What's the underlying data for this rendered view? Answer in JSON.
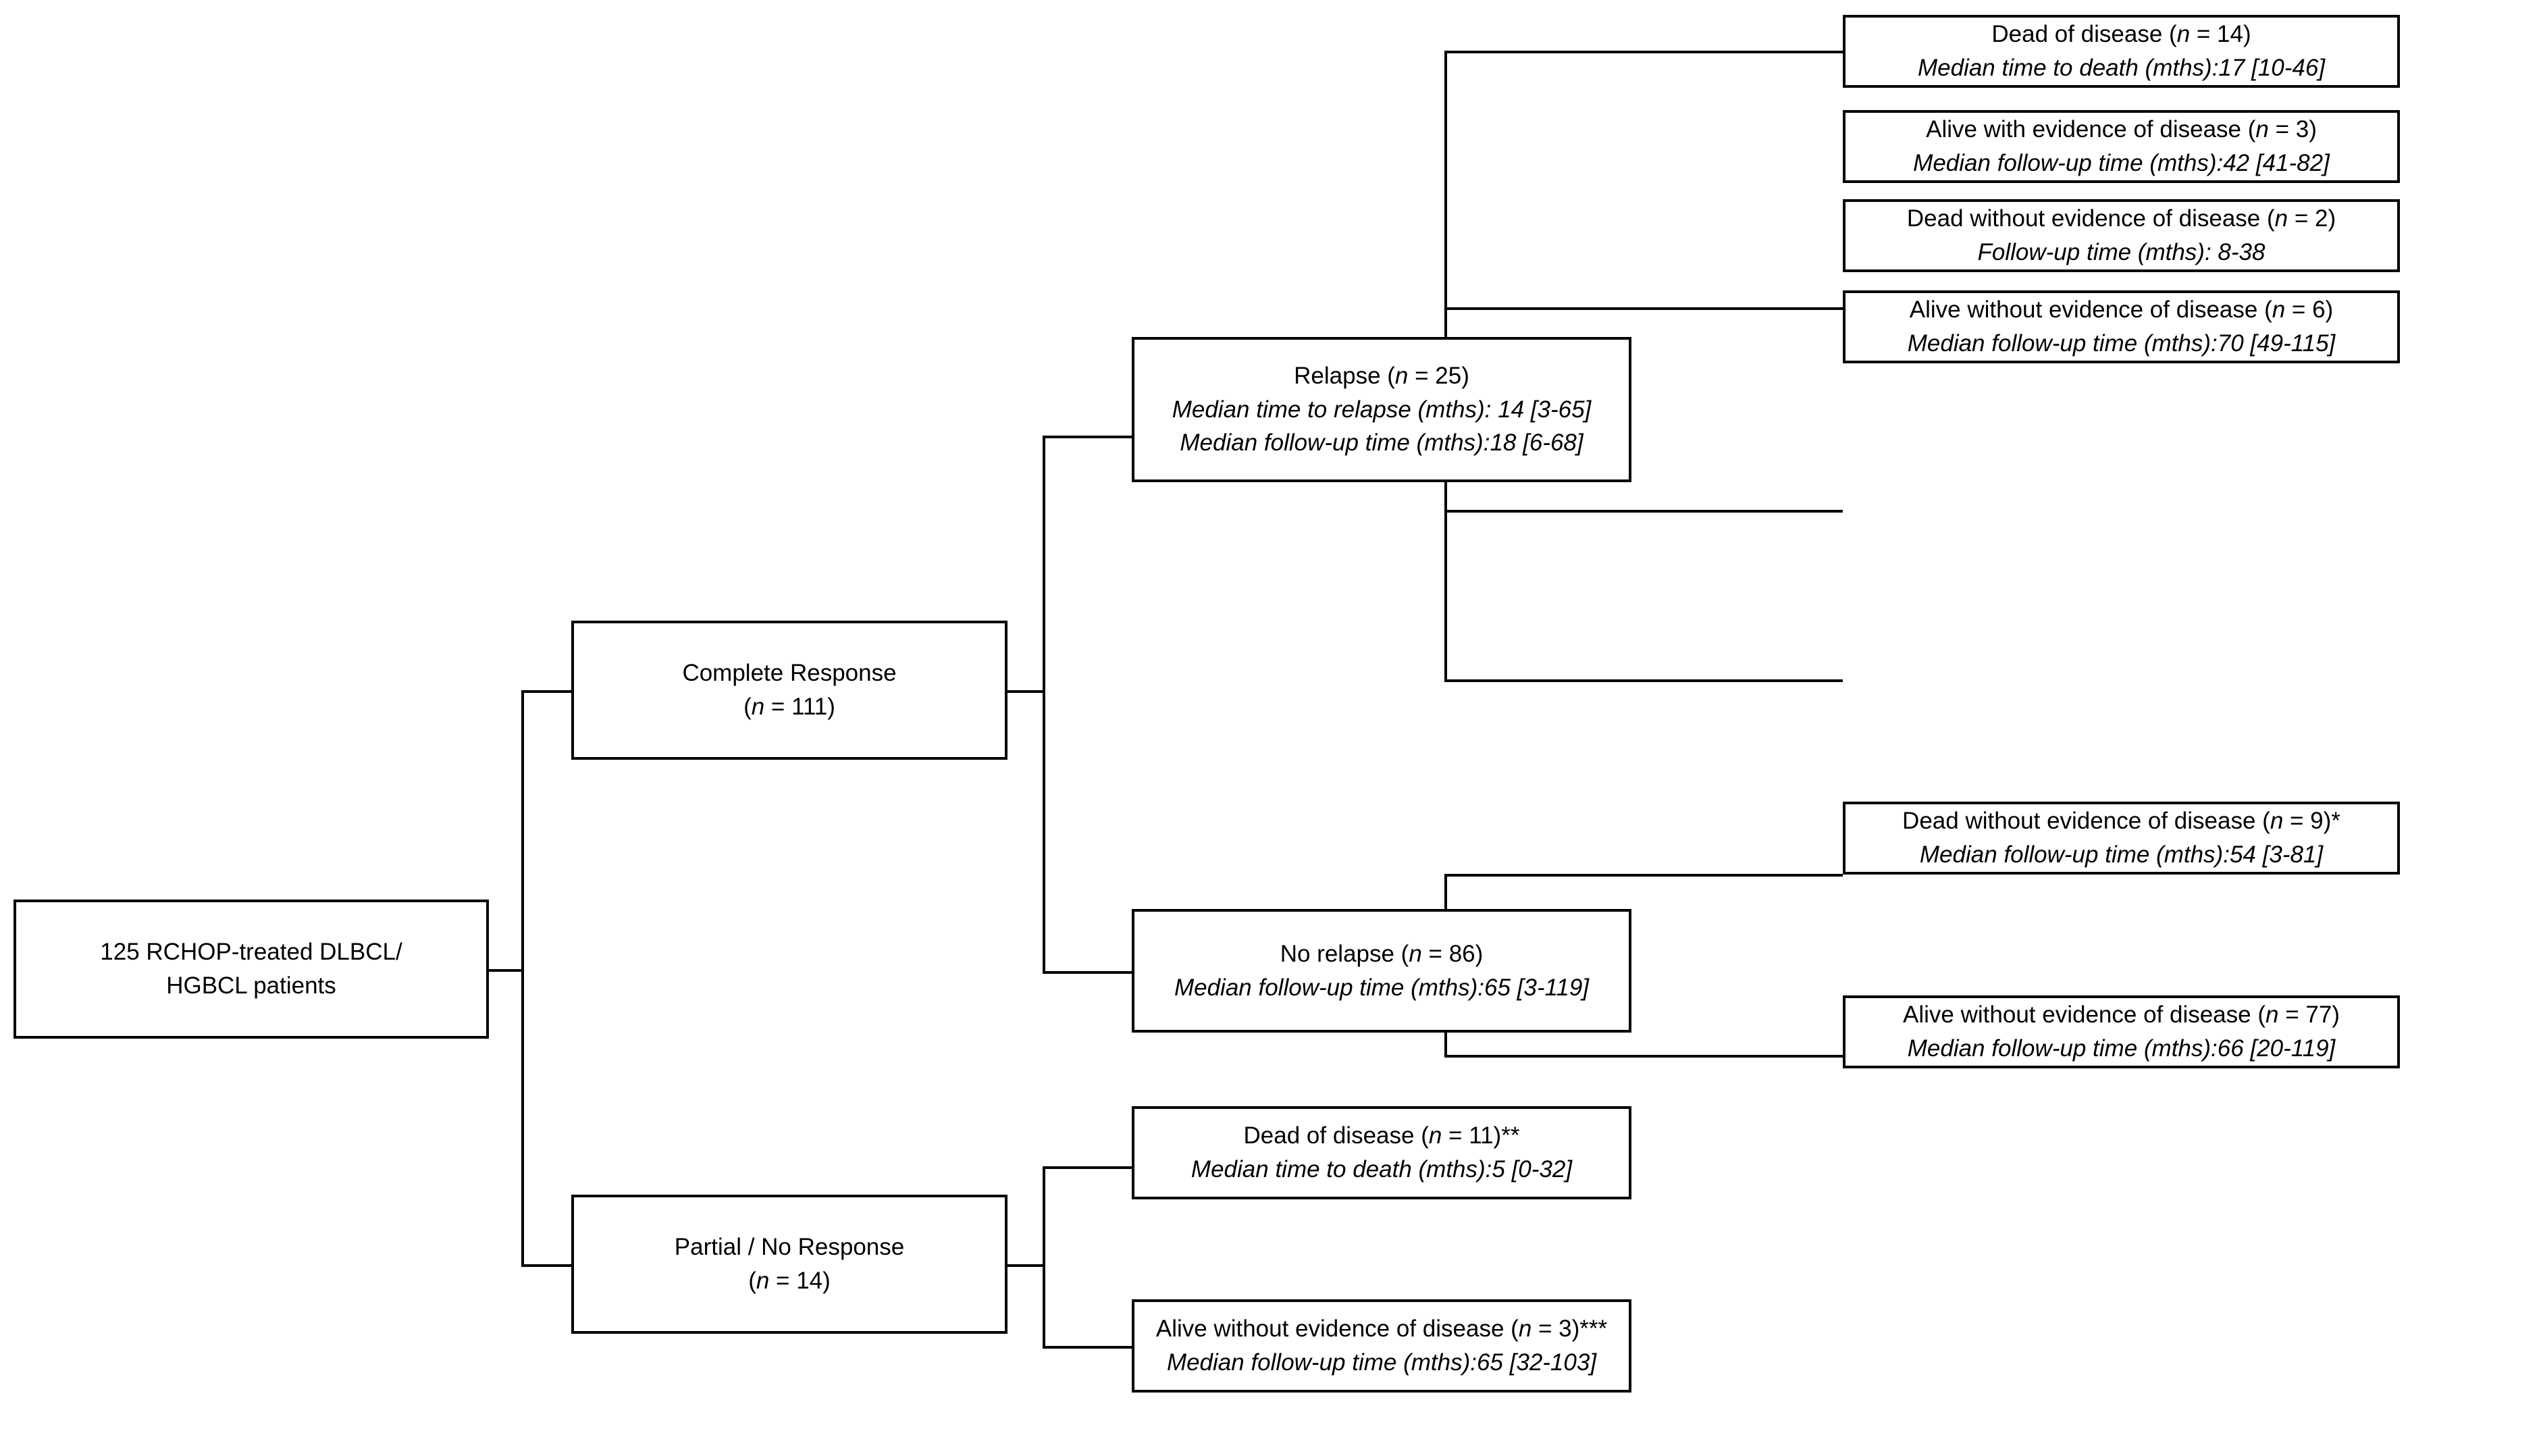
{
  "diagram": {
    "title": "RCHOP-treated DLBCL/HGBCL patient outcome flowchart",
    "accent_color": "#000000",
    "background_color": "#ffffff"
  },
  "nodes": {
    "root": {
      "line1": "125 RCHOP-treated DLBCL/",
      "line2": "HGBCL patients"
    },
    "complete_response": {
      "line1": "Complete Response",
      "line2_pre": "(",
      "line2_n": "n",
      "line2_post": " = 111)"
    },
    "partial_no_response": {
      "line1": "Partial / No Response",
      "line2_pre": "(",
      "line2_n": "n",
      "line2_post": " = 14)"
    },
    "relapse": {
      "line1_pre": "Relapse (",
      "line1_n": "n",
      "line1_post": " = 25)",
      "line2": "Median time to relapse (mths): 14 [3-65]",
      "line3": "Median follow-up time (mths):18 [6-68]"
    },
    "no_relapse": {
      "line1_pre": "No relapse (",
      "line1_n": "n",
      "line1_post": " = 86)",
      "line2": "Median follow-up time (mths):65 [3-119]"
    },
    "cr_relapse_dead_disease": {
      "line1_pre": "Dead of disease (",
      "line1_n": "n",
      "line1_post": " = 14)",
      "line2": "Median time to death (mths):17 [10-46]"
    },
    "cr_relapse_alive_with_disease": {
      "line1_pre": "Alive with evidence of disease (",
      "line1_n": "n",
      "line1_post": " = 3)",
      "line2": "Median follow-up time (mths):42 [41-82]"
    },
    "cr_relapse_dead_without_disease": {
      "line1_pre": "Dead without evidence of disease (",
      "line1_n": "n",
      "line1_post": " = 2)",
      "line2": "Follow-up time (mths): 8-38"
    },
    "cr_relapse_alive_without_disease": {
      "line1_pre": "Alive without evidence of disease (",
      "line1_n": "n",
      "line1_post": " = 6)",
      "line2": "Median follow-up time (mths):70 [49-115]"
    },
    "cr_norelapse_dead_without_disease": {
      "line1_pre": "Dead without evidence of disease (",
      "line1_n": "n",
      "line1_post": " = 9)*",
      "line2": "Median follow-up time (mths):54 [3-81]"
    },
    "cr_norelapse_alive_without_disease": {
      "line1_pre": "Alive without evidence of disease (",
      "line1_n": "n",
      "line1_post": " = 77)",
      "line2": "Median follow-up time (mths):66 [20-119]"
    },
    "pnr_dead_disease": {
      "line1_pre": "Dead of disease (",
      "line1_n": "n",
      "line1_post": " = 11)**",
      "line2": "Median time to death (mths):5 [0-32]"
    },
    "pnr_alive_without_disease": {
      "line1_pre": "Alive without evidence of disease (",
      "line1_n": "n",
      "line1_post": " = 3)***",
      "line2": "Median follow-up time (mths):65 [32-103]"
    }
  }
}
